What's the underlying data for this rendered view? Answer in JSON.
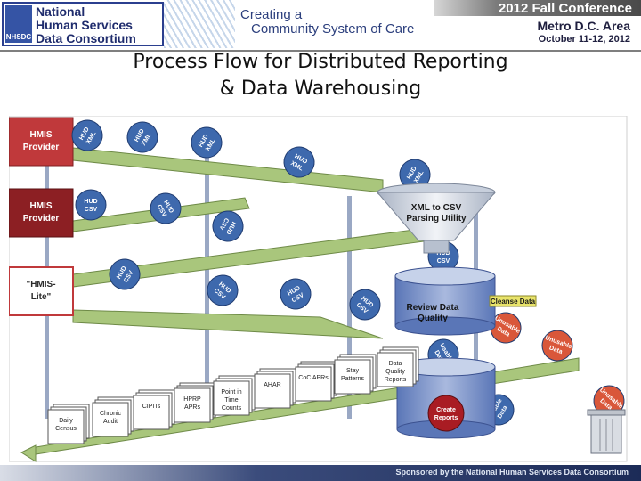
{
  "header": {
    "logo_lines": [
      "National",
      "Human Services",
      "Data Consortium"
    ],
    "logo_mark": "NHSDC",
    "tagline_lines": [
      "Creating a",
      "Community System of Care"
    ],
    "conference": "2012 Fall Conference",
    "location": "Metro D.C. Area",
    "dates": "October 11-12, 2012"
  },
  "title_lines": [
    "Process Flow for Distributed Reporting",
    "& Data Warehousing"
  ],
  "sources": [
    "HMIS Provider",
    "HMIS Provider",
    "\"HMIS-Lite\""
  ],
  "chips": {
    "hud_xml": "HUD XML",
    "hud_csv": "HUD CSV",
    "usable_data": "Usable Data",
    "unusable_data": "Unusable Data"
  },
  "funnel_label": "XML to CSV Parsing Utility",
  "review_label": "Review Data Quality",
  "cleanse_label": "Cleanse Data",
  "create_label": "Create Reports",
  "reports": [
    "Daily Census",
    "Chronic Audit",
    "CIPITs",
    "HPRP APRs",
    "Point in Time Counts",
    "AHAR",
    "CoC APRs",
    "Stay Patterns",
    "Data Quality Reports"
  ],
  "footer": "Sponsored by the National Human Services Data Consortium",
  "colors": {
    "source_top": "#c0393b",
    "source_mid": "#8c1f23",
    "source_bottom": "#ffffff",
    "chip": "#3e69ad",
    "chip_unusable": "#d9573a",
    "ramp": "#a9c67c",
    "cylinder": "#7c93c7",
    "funnel": "#d5dbe5"
  }
}
